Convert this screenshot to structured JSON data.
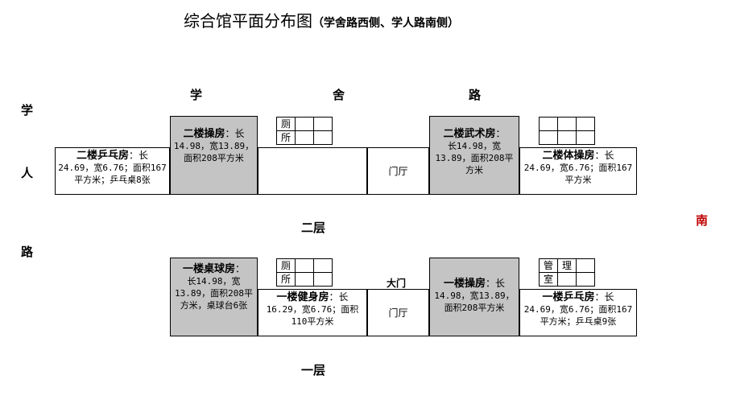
{
  "title": "综合馆平面分布图",
  "subtitle": "（学舍路西侧、学人路南侧）",
  "roads": {
    "xueshe": [
      "学",
      "舍",
      "路"
    ],
    "xueren": [
      "学",
      "人",
      "路"
    ]
  },
  "direction_south": "南",
  "floor2": {
    "label": "二层",
    "rooms": [
      {
        "name": "二楼乒乓房",
        "tail": "：长",
        "detail": "24.69，宽6.76；面积167平方米；乒乓桌8张"
      },
      {
        "name": "二楼操房",
        "tail": "：长",
        "detail": "14.98，宽13.89，面积208平方米"
      },
      {
        "name": "",
        "tail": "",
        "detail": ""
      },
      {
        "name": "",
        "tail": "",
        "detail": "门厅"
      },
      {
        "name": "二楼武术房",
        "tail": "：",
        "detail": "长14.98，宽13.89，面积208平方米"
      },
      {
        "name": "二楼体操房",
        "tail": "：长",
        "detail": "24.69，宽6.76；面积167平方米"
      }
    ],
    "toilet": [
      "厕",
      "所"
    ]
  },
  "floor1": {
    "label": "一层",
    "main_gate": "大门",
    "rooms": [
      {
        "name": "一楼桌球房",
        "tail": "：",
        "detail": "长14.98，宽13.89，面积208平方米，桌球台6张"
      },
      {
        "name": "一楼健身房",
        "tail": "：长",
        "detail": "16.29，宽6.76；面积110平方米"
      },
      {
        "name": "",
        "tail": "",
        "detail": "门厅"
      },
      {
        "name": "一楼操房",
        "tail": "：长",
        "detail": "14.98，宽13.89，面积208平方米"
      },
      {
        "name": "一楼乒乓房",
        "tail": "：长",
        "detail": "24.69，宽6.76；面积167平方米；乒乓桌9张"
      }
    ],
    "toilet": [
      "厕",
      "所"
    ],
    "office": [
      "管",
      "理",
      "室"
    ]
  },
  "colors": {
    "shaded_room": "#c4c4c4",
    "south_label": "#c00000"
  }
}
